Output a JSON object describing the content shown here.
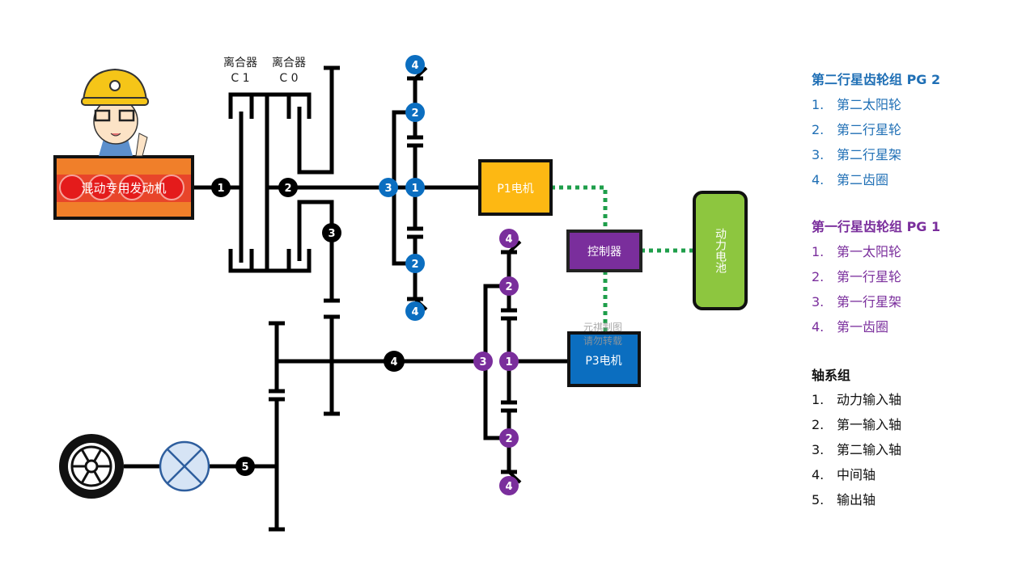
{
  "colors": {
    "pg2": "#0B6EC0",
    "pg1": "#7A2E9C",
    "shaft": "#000000",
    "engine": "#F07F2A",
    "p1_motor": "#FDB813",
    "controller": "#7A2E9C",
    "p3_motor": "#0B6EC0",
    "battery": "#8DC63F",
    "signal_line": "#1E9E4A"
  },
  "diagram": {
    "engine_label": "混动专用发动机",
    "clutch_c1": {
      "line1": "离合器",
      "line2": "C 1"
    },
    "clutch_c0": {
      "line1": "离合器",
      "line2": "C 0"
    },
    "p1_motor_label": "P1电机",
    "controller_label": "控制器",
    "p3_motor_label": "P3电机",
    "battery_label": "动力电池",
    "watermark": {
      "line1": "元祺制图",
      "line2": "请勿转载"
    },
    "shaft_nodes": [
      "1",
      "2",
      "3",
      "4",
      "5"
    ],
    "pg2_nodes": {
      "ring_top": "4",
      "planet_top": "2",
      "carrier": "3",
      "sun": "1",
      "planet_bottom": "2",
      "ring_bottom": "4"
    },
    "pg1_nodes": {
      "ring_top": "4",
      "planet_top": "2",
      "carrier": "3",
      "sun": "1",
      "planet_bottom": "2",
      "ring_bottom": "4"
    },
    "icons": [
      "engineer-mascot",
      "wheel-icon",
      "differential-icon"
    ]
  },
  "legend": {
    "pg2": {
      "title": "第二行星齿轮组 PG 2",
      "items": [
        {
          "num": "1.",
          "label": "第二太阳轮"
        },
        {
          "num": "2.",
          "label": "第二行星轮"
        },
        {
          "num": "3.",
          "label": "第二行星架"
        },
        {
          "num": "4.",
          "label": "第二齿圈"
        }
      ]
    },
    "pg1": {
      "title": "第一行星齿轮组 PG 1",
      "items": [
        {
          "num": "1.",
          "label": "第一太阳轮"
        },
        {
          "num": "2.",
          "label": "第一行星轮"
        },
        {
          "num": "3.",
          "label": "第一行星架"
        },
        {
          "num": "4.",
          "label": "第一齿圈"
        }
      ]
    },
    "shafts": {
      "title": "轴系组",
      "items": [
        {
          "num": "1.",
          "label": "动力输入轴"
        },
        {
          "num": "2.",
          "label": "第一输入轴"
        },
        {
          "num": "3.",
          "label": "第二输入轴"
        },
        {
          "num": "4.",
          "label": "中间轴"
        },
        {
          "num": "5.",
          "label": "输出轴"
        }
      ]
    }
  }
}
